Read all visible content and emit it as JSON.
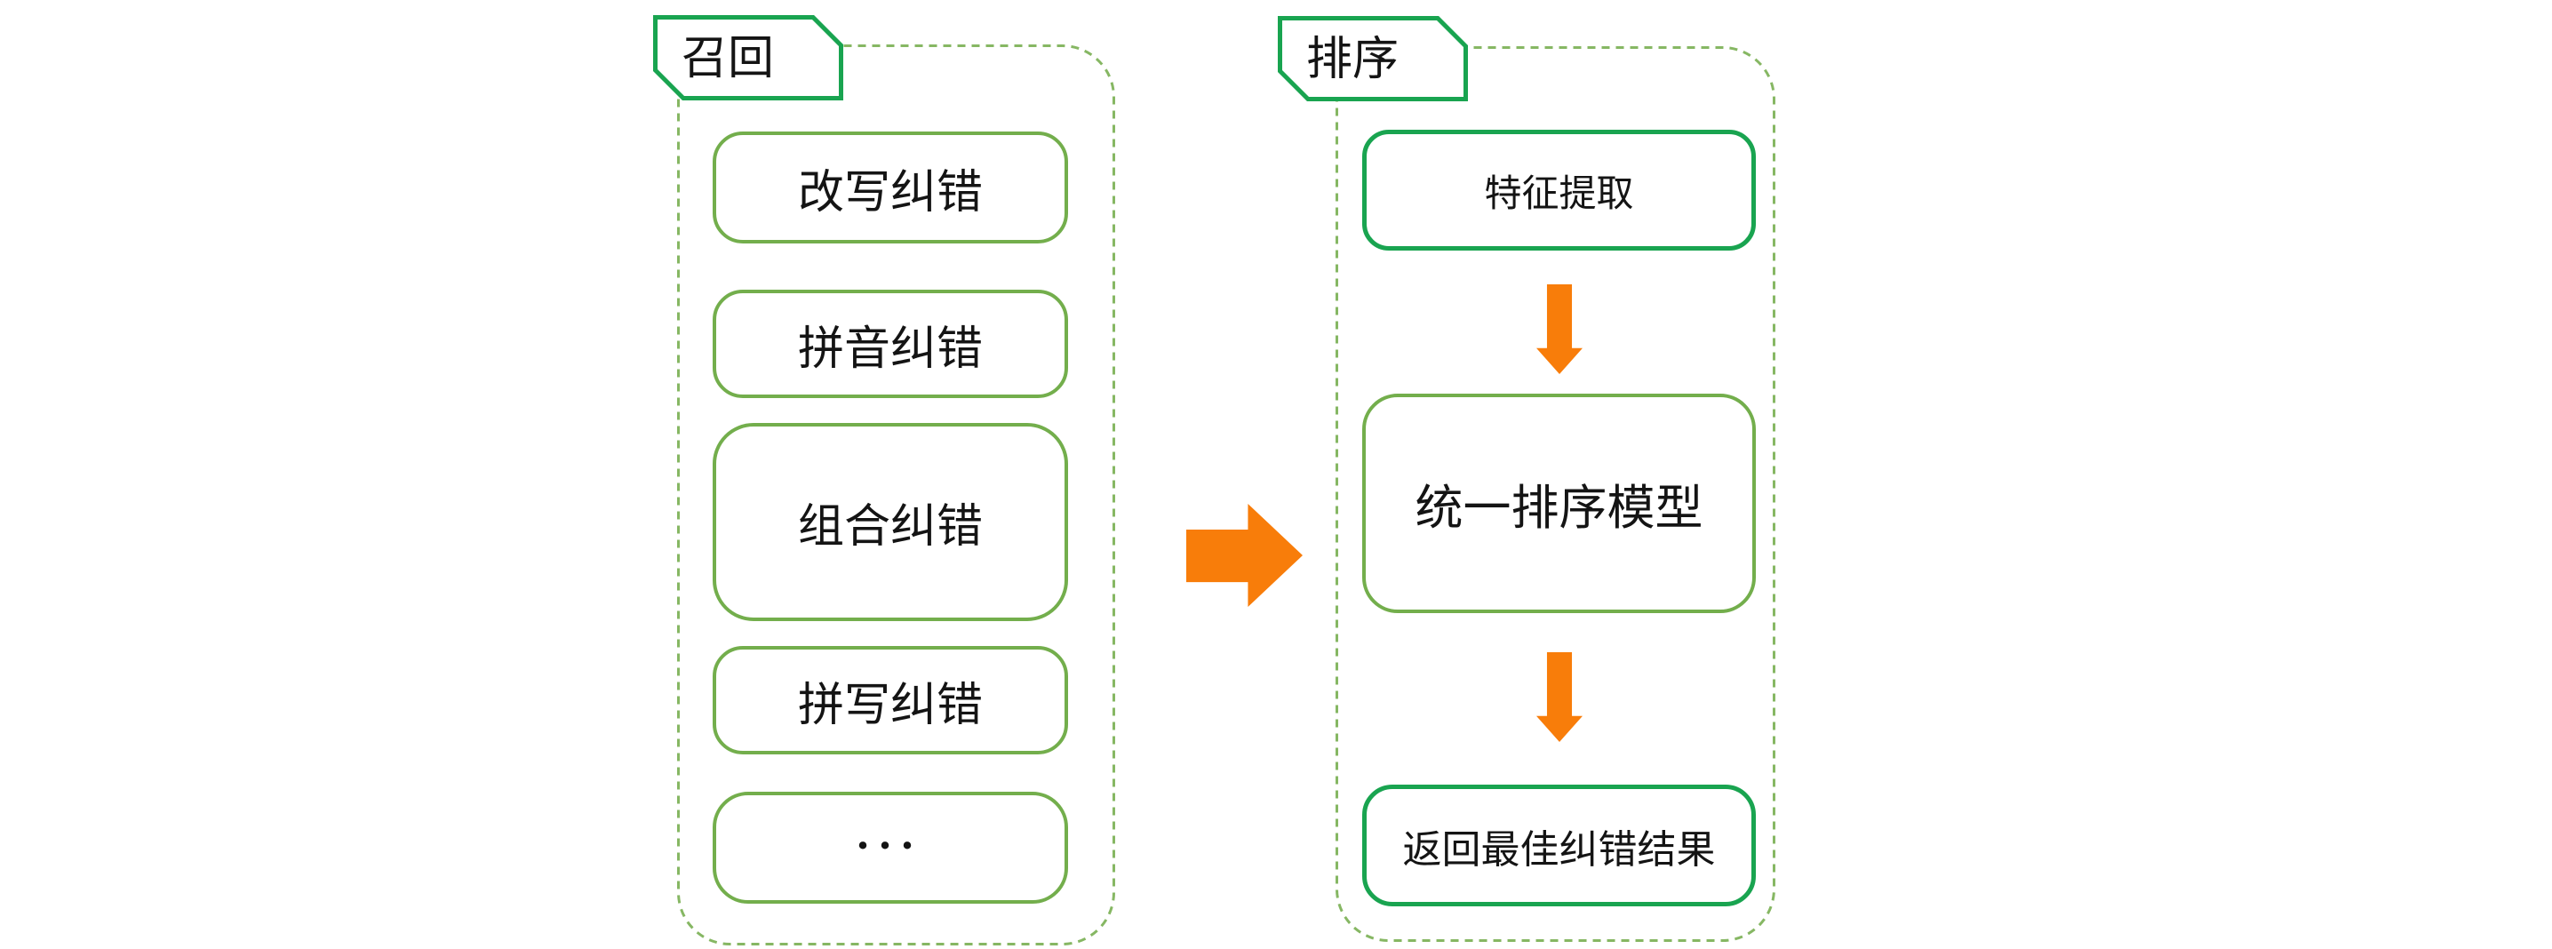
{
  "diagram": {
    "recall": {
      "label": "召回",
      "boxes": [
        {
          "label": "改写纠错"
        },
        {
          "label": "拼音纠错"
        },
        {
          "label": "组合纠错"
        },
        {
          "label": "拼写纠错"
        },
        {
          "label": "..."
        }
      ]
    },
    "ranking": {
      "label": "排序",
      "steps": [
        {
          "label": "特征提取"
        },
        {
          "label": "统一排序模型"
        },
        {
          "label": "返回最佳纠错结果"
        }
      ]
    },
    "icons": {
      "flow_right": "right-block-arrow",
      "flow_down": "down-block-arrow"
    },
    "colors": {
      "accent_green": "#19a450",
      "olive_green": "#73ae4c",
      "dashed_green": "#86b763",
      "arrow_orange": "#f87d0a",
      "text": "#141414",
      "background": "#ffffff"
    }
  }
}
